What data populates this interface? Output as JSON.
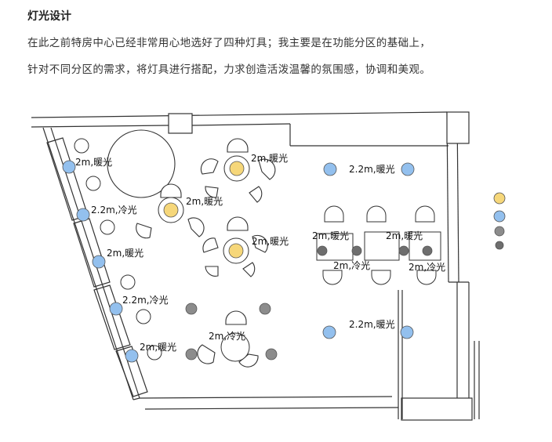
{
  "header": {
    "title": "灯光设计",
    "line1": "在此之前特房中心已经非常用心地选好了四种灯具；我主要是在功能分区的基础上，",
    "line2": "针对不同分区的需求，将灯具进行搭配，力求创造活泼温馨的氛围感，协调和美观。"
  },
  "labels": {
    "l1": "2m,暖光",
    "l2": "2m,暖光",
    "l3": "2m,暖光",
    "l4": "2.2m,冷光",
    "l5": "2m,暖光",
    "l6": "2m,暖光",
    "l7": "2.2m,冷光",
    "l8": "2m,冷光",
    "l9": "2m,暖光",
    "l10": "2.2m,暖光",
    "l11": "2m,暖光",
    "l12": "2m,暖光",
    "l13": "2m,冷光",
    "l14": "2m,冷光",
    "l15": "2.2m,暖光"
  },
  "colors": {
    "warm_yellow": "#f6d77a",
    "cool_blue": "#93c0ee",
    "gray_dark": "#8c8c8c",
    "gray_darker": "#6e6e6e",
    "line": "#333333"
  }
}
